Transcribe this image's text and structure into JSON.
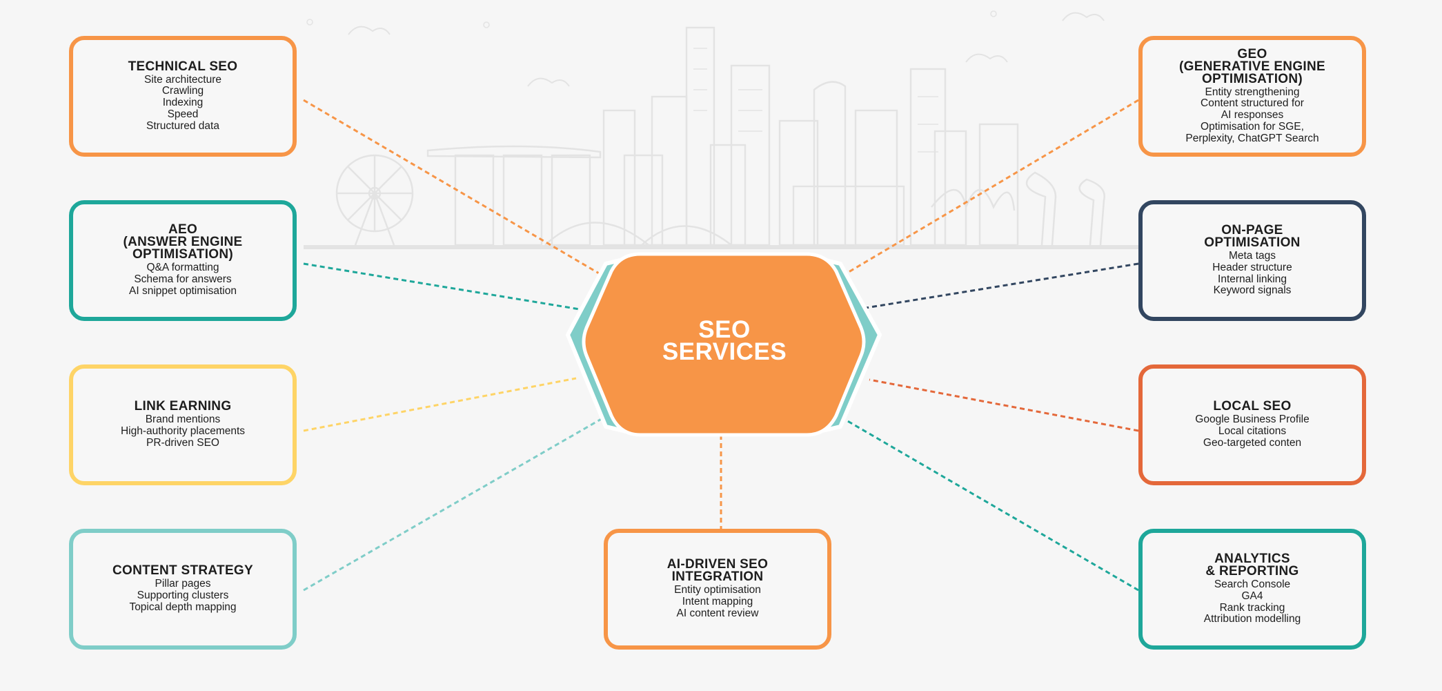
{
  "hub": {
    "line1": "SEO",
    "line2": "SERVICES"
  },
  "colors": {
    "background": "#f6f6f6",
    "orange": "#f79547",
    "teal": "#1ea79a",
    "light_teal": "#7fcdc8",
    "yellow": "#fed466",
    "navy": "#324660",
    "red_orange": "#e4683a",
    "skyline": "#e3e3e3"
  },
  "cards": {
    "technical_seo": {
      "title": [
        "TECHNICAL SEO"
      ],
      "items": [
        "Site architecture",
        "Crawling",
        "Indexing",
        "Speed",
        "Structured data"
      ]
    },
    "aeo": {
      "title": [
        "AEO",
        "(ANSWER ENGINE",
        "OPTIMISATION)"
      ],
      "items": [
        "Q&A formatting",
        "Schema for answers",
        "AI snippet optimisation"
      ]
    },
    "link_earning": {
      "title": [
        "LINK EARNING"
      ],
      "items": [
        "Brand mentions",
        "High-authority placements",
        "PR-driven SEO"
      ]
    },
    "content_strategy": {
      "title": [
        "CONTENT STRATEGY"
      ],
      "items": [
        "Pillar pages",
        "Supporting clusters",
        "Topical depth mapping"
      ]
    },
    "ai_driven": {
      "title": [
        "AI-DRIVEN SEO",
        "INTEGRATION"
      ],
      "items": [
        "Entity optimisation",
        "Intent mapping",
        "AI content review"
      ]
    },
    "geo": {
      "title": [
        "GEO",
        "(GENERATIVE ENGINE",
        "OPTIMISATION)"
      ],
      "items": [
        "Entity strengthening",
        "Content structured for",
        "AI responses",
        "Optimisation for SGE,",
        "Perplexity, ChatGPT Search"
      ]
    },
    "on_page": {
      "title": [
        "ON-PAGE",
        "OPTIMISATION"
      ],
      "items": [
        "Meta tags",
        "Header structure",
        "Internal linking",
        "Keyword signals"
      ]
    },
    "local_seo": {
      "title": [
        "LOCAL SEO"
      ],
      "items": [
        "Google Business Profile",
        "Local citations",
        "Geo-targeted conten"
      ]
    },
    "analytics": {
      "title": [
        "ANALYTICS",
        "& REPORTING"
      ],
      "items": [
        "Search Console",
        "GA4",
        "Rank tracking",
        "Attribution modelling"
      ]
    }
  }
}
